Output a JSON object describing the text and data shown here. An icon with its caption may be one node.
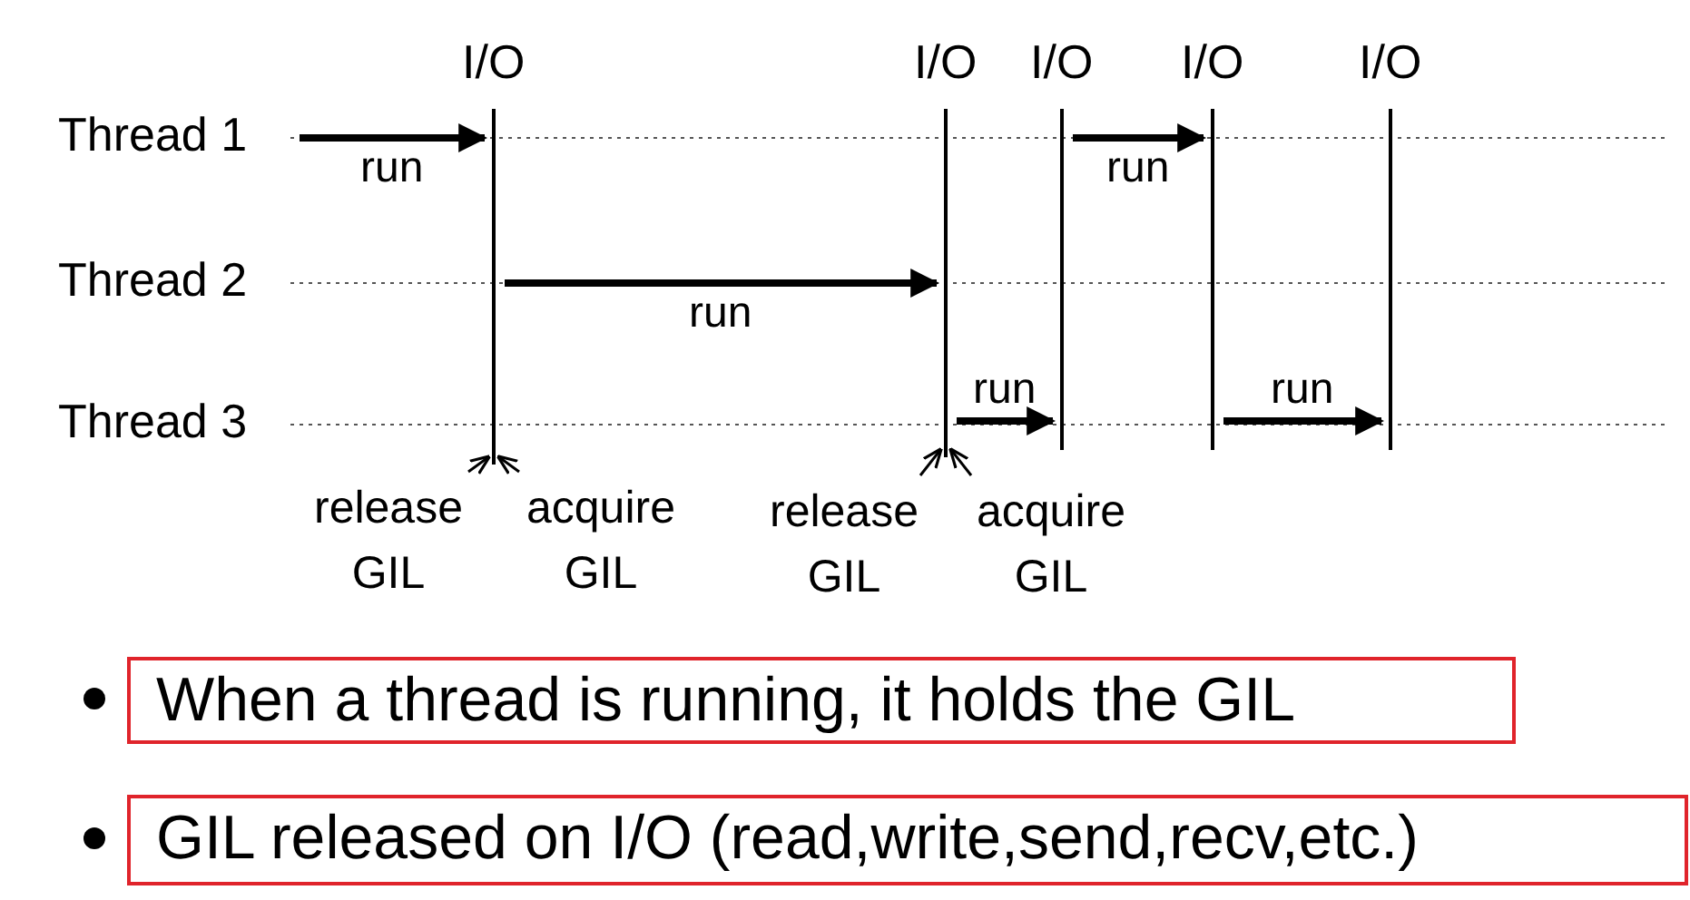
{
  "diagram": {
    "nodes": [
      {
        "text": [
          "release GIL"
        ]
      },
      {
        "text": [
          "acquire GIL"
        ]
      },
      {
        "text": [
          "release GIL"
        ]
      },
      {
        "text": [
          "acquire GIL"
        ]
      },
      {
        "text": [
          "I/O"
        ]
      },
      {
        "text": [
          "I/O"
        ]
      },
      {
        "text": [
          "I/O"
        ]
      },
      {
        "text": [
          "I/O"
        ]
      },
      {
        "text": [
          "I/O"
        ]
      },
      {
        "text": [
          "When a thread is running, it holds the GIL"
        ]
      },
      {
        "text": [
          "GIL released on I/O (read,write,send,recv,etc.)"
        ]
      }
    ],
    "edges": [
      {
        "from": 0,
        "to": 4,
        "arrow": "to"
      },
      {
        "from": 1,
        "to": 4,
        "arrow": "to"
      },
      {
        "from": 2,
        "to": 5,
        "arrow": "to"
      },
      {
        "from": 3,
        "to": 5,
        "arrow": "to"
      },
      {
        "from": null,
        "to": 4,
        "arrow": "to",
        "label": "run"
      },
      {
        "from": 6,
        "to": 7,
        "arrow": "to",
        "label": "run"
      },
      {
        "from": 4,
        "to": 5,
        "arrow": "to",
        "label": "run"
      },
      {
        "from": 5,
        "to": 6,
        "arrow": "to",
        "label": "run"
      },
      {
        "from": 7,
        "to": 8,
        "arrow": "to",
        "label": "run"
      }
    ],
    "labels": [
      "Thread 1",
      "Thread 2",
      "Thread 3"
    ]
  }
}
